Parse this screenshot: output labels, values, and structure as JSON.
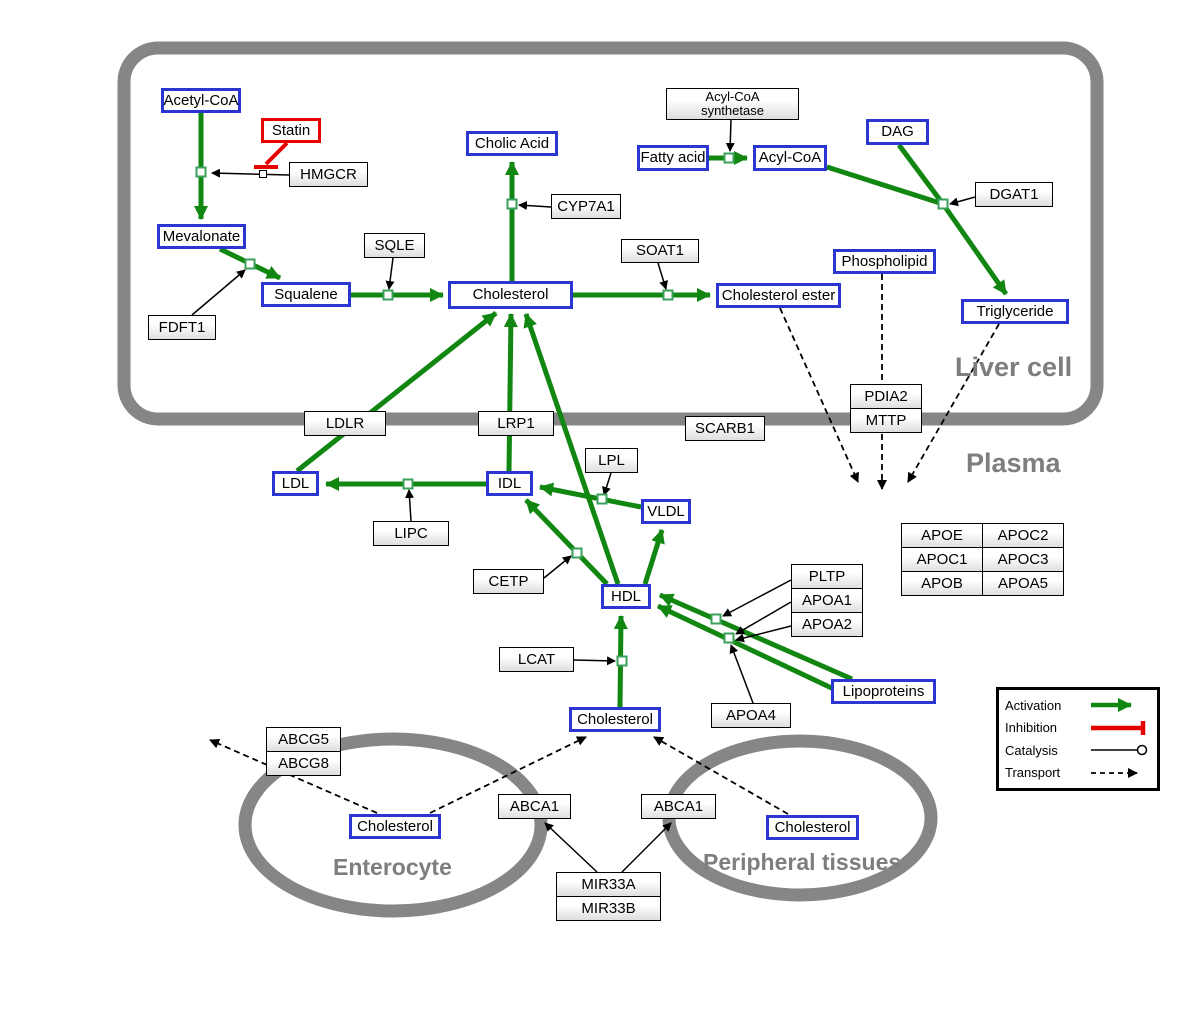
{
  "regions": {
    "liver": "Liver cell",
    "plasma": "Plasma",
    "enterocyte": "Enterocyte",
    "peripheral": "Peripheral tissues"
  },
  "nodes": {
    "acetyl_coa": "Acetyl-CoA",
    "statin": "Statin",
    "hmgcr": "HMGCR",
    "mevalonate": "Mevalonate",
    "fdft1": "FDFT1",
    "squalene": "Squalene",
    "sqle": "SQLE",
    "cholesterol_liver": "Cholesterol",
    "cholic_acid": "Cholic Acid",
    "cyp7a1": "CYP7A1",
    "soat1": "SOAT1",
    "cholesterol_ester": "Cholesterol ester",
    "acyl_coa_synthetase": {
      "line1": "Acyl-CoA",
      "line2": "synthetase"
    },
    "fatty_acid": "Fatty acid",
    "acyl_coa": "Acyl-CoA",
    "dag": "DAG",
    "dgat1": "DGAT1",
    "phospholipid": "Phospholipid",
    "triglyceride": "Triglyceride",
    "ldlr": "LDLR",
    "lrp1": "LRP1",
    "scarb1": "SCARB1",
    "pdia2": "PDIA2",
    "mttp": "MTTP",
    "ldl": "LDL",
    "idl": "IDL",
    "lipc": "LIPC",
    "lpl": "LPL",
    "vldl": "VLDL",
    "cetp": "CETP",
    "hdl": "HDL",
    "lcat": "LCAT",
    "pltp": "PLTP",
    "apoa1": "APOA1",
    "apoa2": "APOA2",
    "apoa4": "APOA4",
    "lipoproteins": "Lipoproteins",
    "cholesterol_plasma": "Cholesterol",
    "abcg5": "ABCG5",
    "abcg8": "ABCG8",
    "cholesterol_enterocyte": "Cholesterol",
    "abca1_enterocyte": "ABCA1",
    "abca1_peripheral": "ABCA1",
    "cholesterol_peripheral": "Cholesterol",
    "mir33a": "MIR33A",
    "mir33b": "MIR33B"
  },
  "apo_table": {
    "rows": [
      [
        "APOE",
        "APOC2"
      ],
      [
        "APOC1",
        "APOC3"
      ],
      [
        "APOB",
        "APOA5"
      ]
    ]
  },
  "legend": {
    "activation": "Activation",
    "inhibition": "Inhibition",
    "catalysis": "Catalysis",
    "transport": "Transport"
  },
  "colors": {
    "metabolite_border": "#2b35cf",
    "inhibitor_red": "#e60000",
    "activation_green": "#118611",
    "membrane_gray": "#868686"
  }
}
